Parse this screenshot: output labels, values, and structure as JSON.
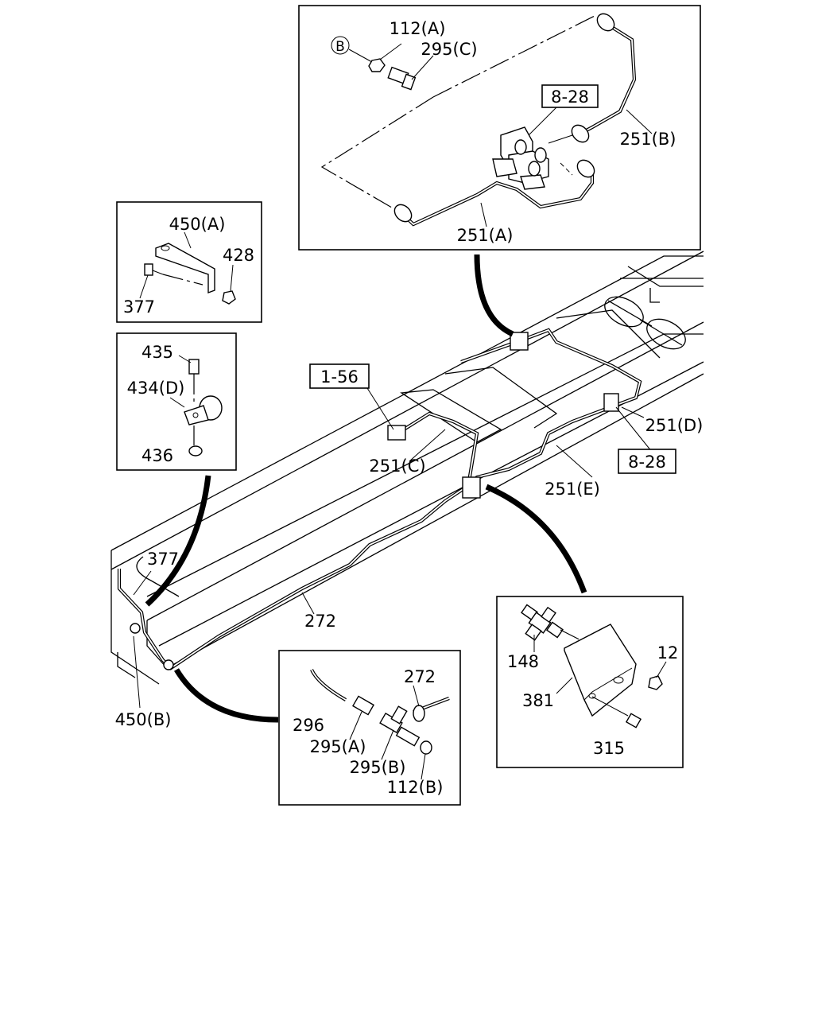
{
  "detail_b": {
    "circle_label": "B",
    "lbl_112a": "112(A)",
    "lbl_295c": "295(C)",
    "ref_828": "8-28",
    "lbl_251b": "251(B)",
    "lbl_251a": "251(A)"
  },
  "detail_clip": {
    "lbl_450a": "450(A)",
    "lbl_428": "428",
    "lbl_377": "377"
  },
  "detail_clamp": {
    "lbl_435": "435",
    "lbl_434d": "434(D)",
    "lbl_436": "436"
  },
  "main": {
    "ref_156": "1-56",
    "lbl_251c": "251(C)",
    "lbl_251d": "251(D)",
    "ref_828": "8-28",
    "lbl_251e": "251(E)",
    "lbl_377": "377",
    "lbl_272": "272",
    "lbl_450b": "450(B)"
  },
  "detail_tee": {
    "lbl_272": "272",
    "lbl_296": "296",
    "lbl_295a": "295(A)",
    "lbl_295b": "295(B)",
    "lbl_112b": "112(B)"
  },
  "detail_bracket": {
    "lbl_148": "148",
    "lbl_12": "12",
    "lbl_381": "381",
    "lbl_315": "315"
  }
}
